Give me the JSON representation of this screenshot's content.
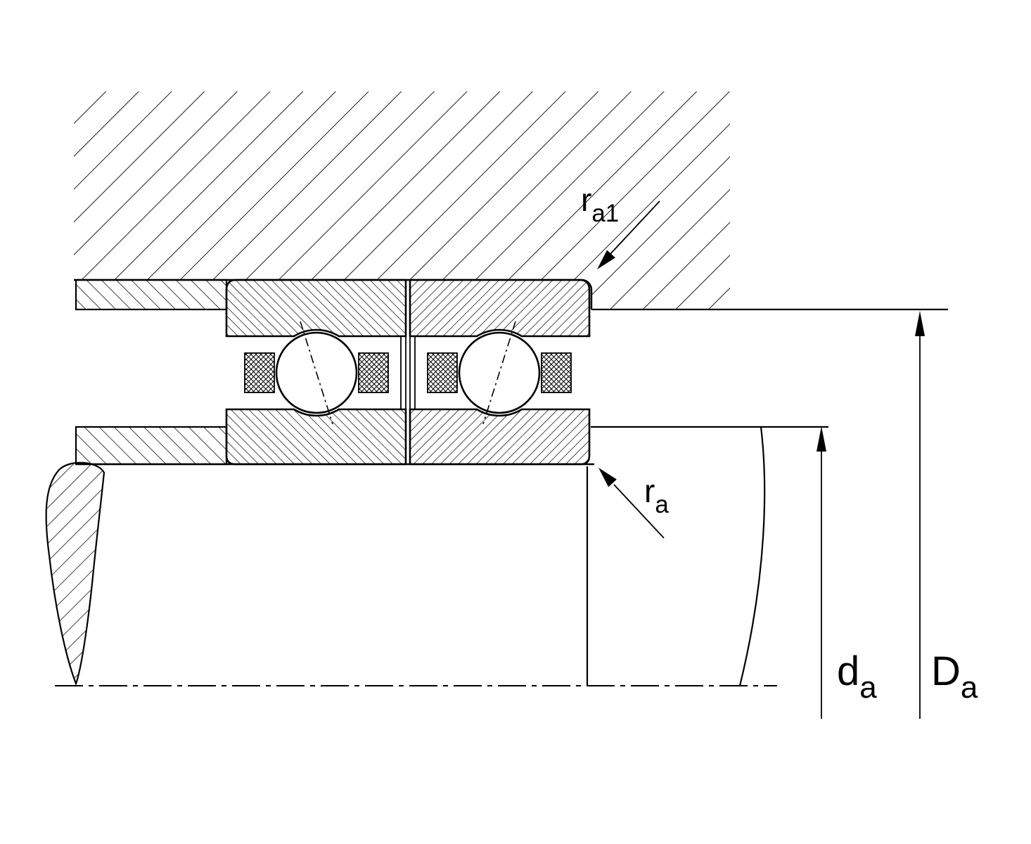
{
  "meta": {
    "description": "Technical cross-section diagram of a paired angular contact ball bearing mounted between housing and shaft, with abutment and fillet dimensions",
    "background_color": "#ffffff",
    "ink_color": "#000000"
  },
  "labels": {
    "housing_fillet": {
      "base": "r",
      "sub": "a1"
    },
    "shaft_fillet": {
      "base": "r",
      "sub": "a"
    },
    "shaft_shoulder_diameter": {
      "base": "d",
      "sub": "a"
    },
    "housing_shoulder_diameter": {
      "base": "D",
      "sub": "a"
    }
  }
}
